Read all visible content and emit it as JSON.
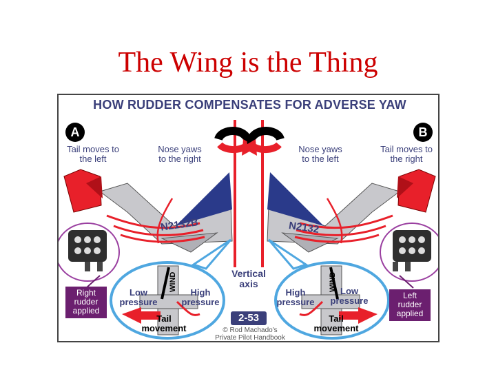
{
  "slide_title": "The Wing is the Thing",
  "figure": {
    "title": "HOW RUDDER COMPENSATES FOR ADVERSE YAW",
    "left": {
      "badge": "A",
      "tail_label": "Tail moves to\nthe left",
      "nose_label": "Nose yaws\nto the right",
      "registration": "N2132B",
      "rudder_box": "Right\nrudder\napplied",
      "low_pressure": "Low\npressure",
      "high_pressure": "High\npressure",
      "wind": "WIND",
      "tail_movement": "Tail\nmovement"
    },
    "right": {
      "badge": "B",
      "tail_label": "Tail moves to\nthe right",
      "nose_label": "Nose yaws\nto the left",
      "registration": "N2132",
      "rudder_box": "Left\nrudder\napplied",
      "low_pressure": "Low\npressure",
      "high_pressure": "High\npressure",
      "wind": "WIND",
      "tail_movement": "Tail\nmovement"
    },
    "vertical_axis": "Vertical\naxis",
    "figure_number": "2-53",
    "credit": "© Rod Machado's\nPrivate Pilot Handbook"
  },
  "colors": {
    "title_red": "#cc0000",
    "arrow_red": "#e8202a",
    "navy": "#3a3f7a",
    "purple": "#6b1f6f",
    "bubble_blue": "#4fa7e0",
    "fuselage": "#c8c8cc"
  }
}
